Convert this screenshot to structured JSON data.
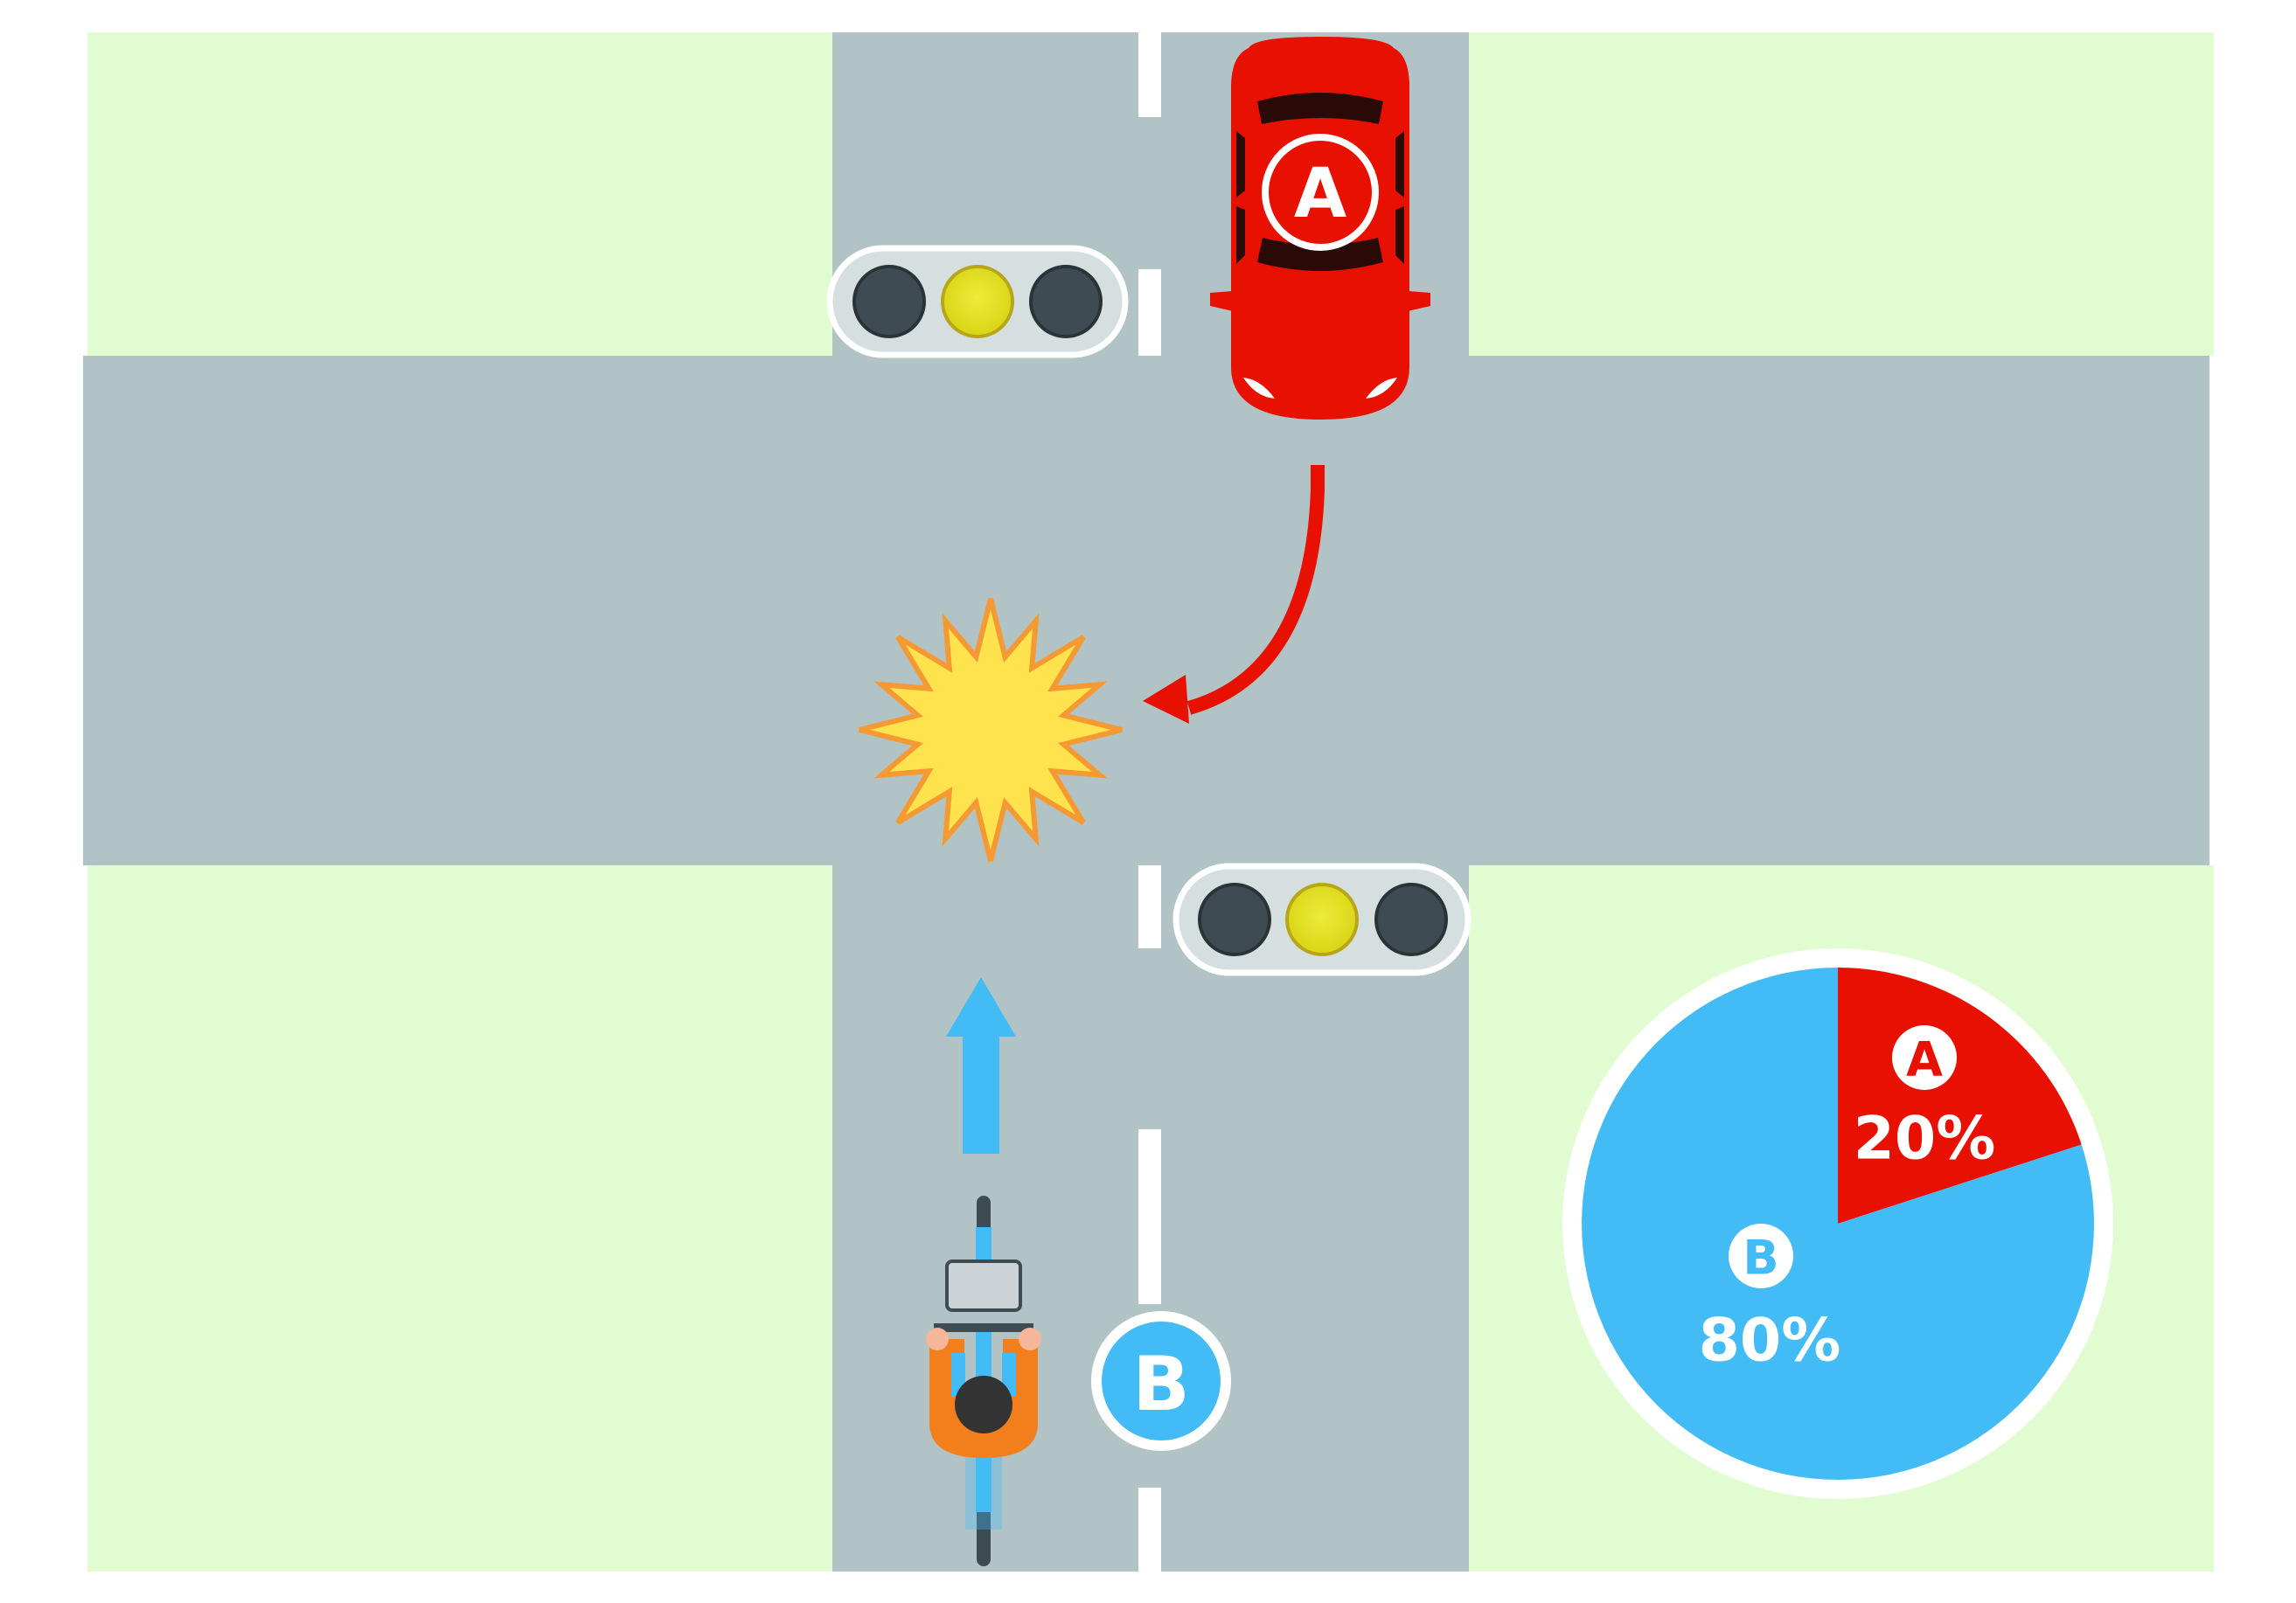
{
  "colors": {
    "grass": "#e2fcd2",
    "road": "#b2c3c5",
    "lane_marking": "#ffffff",
    "party_a": "#e81000",
    "party_b": "#43bbf5",
    "signal_off": "#3f4b53",
    "signal_yellow": "#e6e31e",
    "collision_fill": "#fee34e",
    "collision_stroke": "#f59a33"
  },
  "scene": {
    "traffic_lights": [
      {
        "name": "traffic-light-north",
        "active": "yellow"
      },
      {
        "name": "traffic-light-south",
        "active": "yellow"
      }
    ],
    "vehicle_a": {
      "label": "A",
      "kind": "car",
      "maneuver": "right-turn"
    },
    "vehicle_b": {
      "label": "B",
      "kind": "bicycle",
      "maneuver": "straight"
    },
    "icons": [
      "car-icon",
      "bicycle-rider-icon",
      "collision-burst-icon",
      "turn-arrow-icon",
      "straight-arrow-icon",
      "traffic-light-icon"
    ]
  },
  "chart_data": {
    "type": "pie",
    "slices": [
      {
        "label": "A",
        "value": 20,
        "display": "20%",
        "color": "#e81000"
      },
      {
        "label": "B",
        "value": 80,
        "display": "80%",
        "color": "#43bbf5"
      }
    ]
  }
}
